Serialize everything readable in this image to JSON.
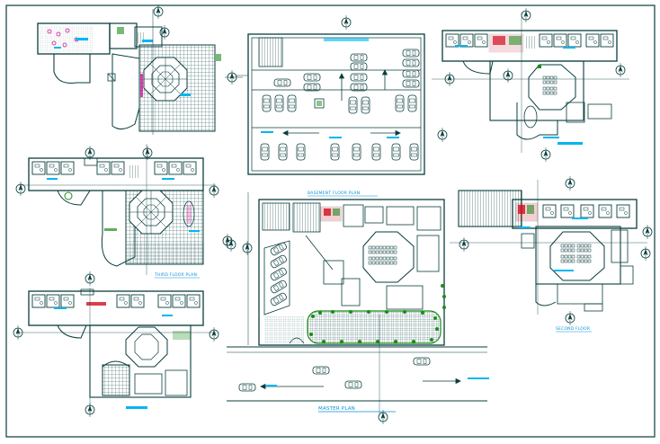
{
  "sheet": {
    "labels": {
      "basement": "BASEMENT FLOOR PLAN",
      "third_floor": "THIRD FLOOR PLAN",
      "second_floor": "SECOND FLOOR",
      "master_plan": "MASTER PLAN"
    }
  },
  "colors": {
    "line": "#0a3d3d",
    "hatch": "#1c4f4f",
    "accent_cyan": "#00b6f0",
    "accent_magenta": "#d0149a",
    "accent_red": "#d01020",
    "accent_green": "#1a8c1a",
    "label": "#0a8fd8"
  }
}
